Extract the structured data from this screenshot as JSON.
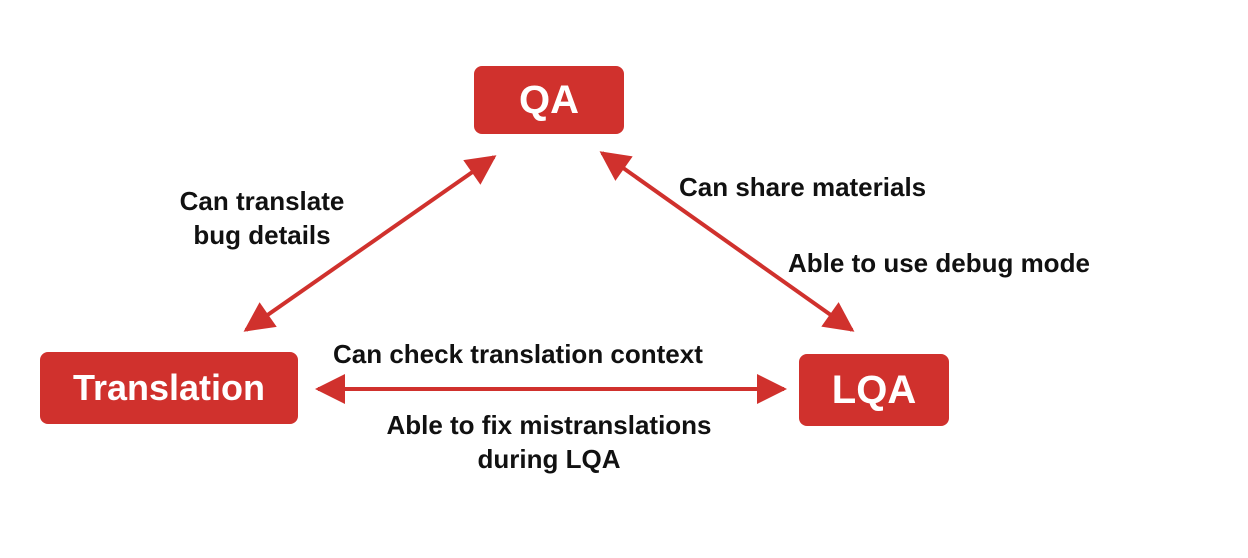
{
  "colors": {
    "node_fill": "#d0312d",
    "node_text": "#ffffff",
    "arrow": "#d0312d",
    "label_text": "#111111"
  },
  "nodes": {
    "qa": "QA",
    "translation": "Translation",
    "lqa": "LQA"
  },
  "edges": {
    "translation_qa": {
      "line1": "Can translate",
      "line2": "bug details"
    },
    "qa_lqa": {
      "label_a": "Can share materials",
      "label_b": "Able to use debug mode"
    },
    "translation_lqa": {
      "label_top": "Can check translation context",
      "label_bottom_line1": "Able to fix mistranslations",
      "label_bottom_line2": "during LQA"
    }
  }
}
